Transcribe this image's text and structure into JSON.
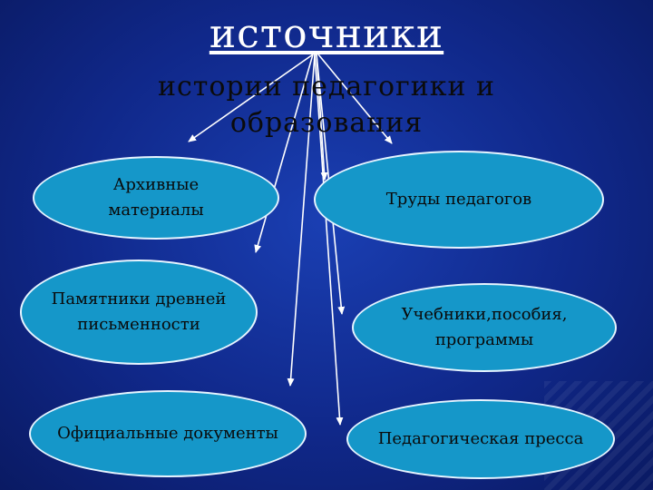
{
  "title": {
    "main": "источники",
    "sub_line1": "истории педагогики и",
    "sub_line2": "образования"
  },
  "nodes": {
    "archive": "Архивные\nматериалы",
    "pedagogues_works": "Труды  педагогов",
    "ancient_writing": "Памятники древней\nписьменности",
    "textbooks": "Учебники,пособия,\nпрограммы",
    "official_docs": "Официальные документы",
    "press": "Педагогическая пресса"
  },
  "colors": {
    "background": "#10288a",
    "node_fill": "#1597c9",
    "node_border": "#e6f4ff",
    "arrow": "#ffffff"
  }
}
